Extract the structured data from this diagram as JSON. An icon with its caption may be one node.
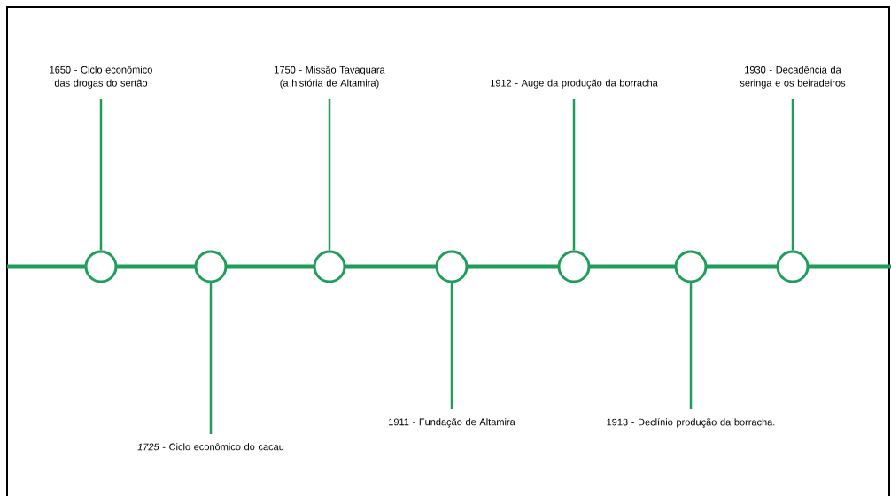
{
  "diagram": {
    "nodes": [
      {
        "text": [
          "1650 - Ciclo econômico das drogas do sertão"
        ]
      },
      {
        "text": [
          "*1725* - Ciclo econômico do cacau"
        ]
      },
      {
        "text": [
          "1750 - Missão Tavaquara (a história de Altamira)"
        ]
      },
      {
        "text": [
          "1911 - Fundação de Altamira"
        ]
      },
      {
        "text": [
          "1912 - Auge da produção da borracha"
        ]
      },
      {
        "text": [
          "1913 - Declínio produção da borracha."
        ]
      },
      {
        "text": [
          "1930 - Decadência da seringa e os beiradeiros"
        ]
      },
      {
        "text": [],
        "shape": "circle"
      },
      {
        "text": [],
        "shape": "circle"
      },
      {
        "text": [],
        "shape": "circle"
      },
      {
        "text": [],
        "shape": "circle"
      },
      {
        "text": [],
        "shape": "circle"
      },
      {
        "text": [],
        "shape": "circle"
      },
      {
        "text": [],
        "shape": "circle"
      }
    ],
    "edges": [
      {
        "from": 0,
        "to": 7,
        "arrow": "none"
      },
      {
        "from": 1,
        "to": 8,
        "arrow": "none"
      },
      {
        "from": 2,
        "to": 9,
        "arrow": "none"
      },
      {
        "from": 3,
        "to": 10,
        "arrow": "none"
      },
      {
        "from": 4,
        "to": 11,
        "arrow": "none"
      },
      {
        "from": 5,
        "to": 12,
        "arrow": "none"
      },
      {
        "from": 6,
        "to": 13,
        "arrow": "none"
      }
    ]
  }
}
